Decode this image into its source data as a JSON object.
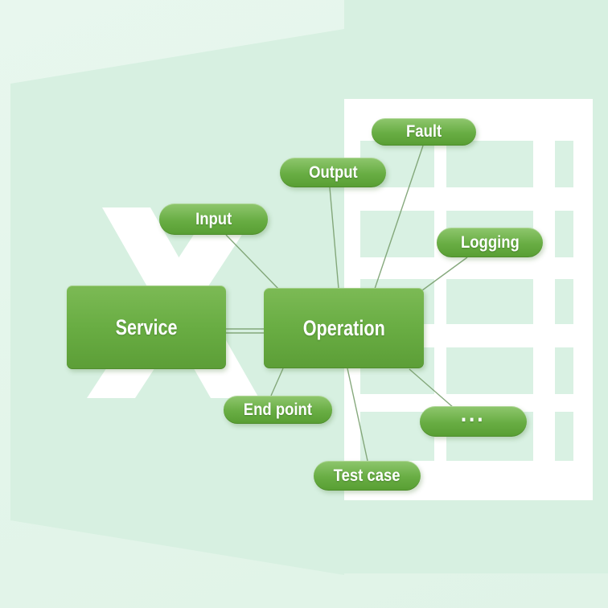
{
  "diagram": {
    "title": "",
    "nodes": [
      {
        "id": "service",
        "label": "Service",
        "type": "box"
      },
      {
        "id": "operation",
        "label": "Operation",
        "type": "box"
      },
      {
        "id": "input",
        "label": "Input",
        "type": "pill"
      },
      {
        "id": "output",
        "label": "Output",
        "type": "pill"
      },
      {
        "id": "fault",
        "label": "Fault",
        "type": "pill"
      },
      {
        "id": "logging",
        "label": "Logging",
        "type": "pill"
      },
      {
        "id": "endpoint",
        "label": "End point",
        "type": "pill"
      },
      {
        "id": "testcase",
        "label": "Test case",
        "type": "pill"
      },
      {
        "id": "more",
        "label": "...",
        "type": "pill"
      }
    ],
    "edges": [
      {
        "from": "Service",
        "to": "Operation",
        "style": "double-line"
      },
      {
        "from": "Operation",
        "to": "Input"
      },
      {
        "from": "Operation",
        "to": "Output"
      },
      {
        "from": "Operation",
        "to": "Fault"
      },
      {
        "from": "Operation",
        "to": "Logging"
      },
      {
        "from": "Operation",
        "to": "End point"
      },
      {
        "from": "Operation",
        "to": "Test case"
      },
      {
        "from": "Operation",
        "to": "..."
      }
    ],
    "colors": {
      "node_gradient_top": "#8fc76e",
      "node_gradient_bottom": "#589e33",
      "box_gradient_top": "#7cba55",
      "box_gradient_bottom": "#5c9e37",
      "node_text": "#ffffff",
      "edge_line": "#7aa06f",
      "background_base": "#e4f6ec",
      "background_shade": "#d7f0e1",
      "sheet_white": "#ffffff",
      "cell_green": "#d9f1e3"
    },
    "watermarks": [
      "excel-x-watermark",
      "spreadsheet-watermark"
    ]
  }
}
